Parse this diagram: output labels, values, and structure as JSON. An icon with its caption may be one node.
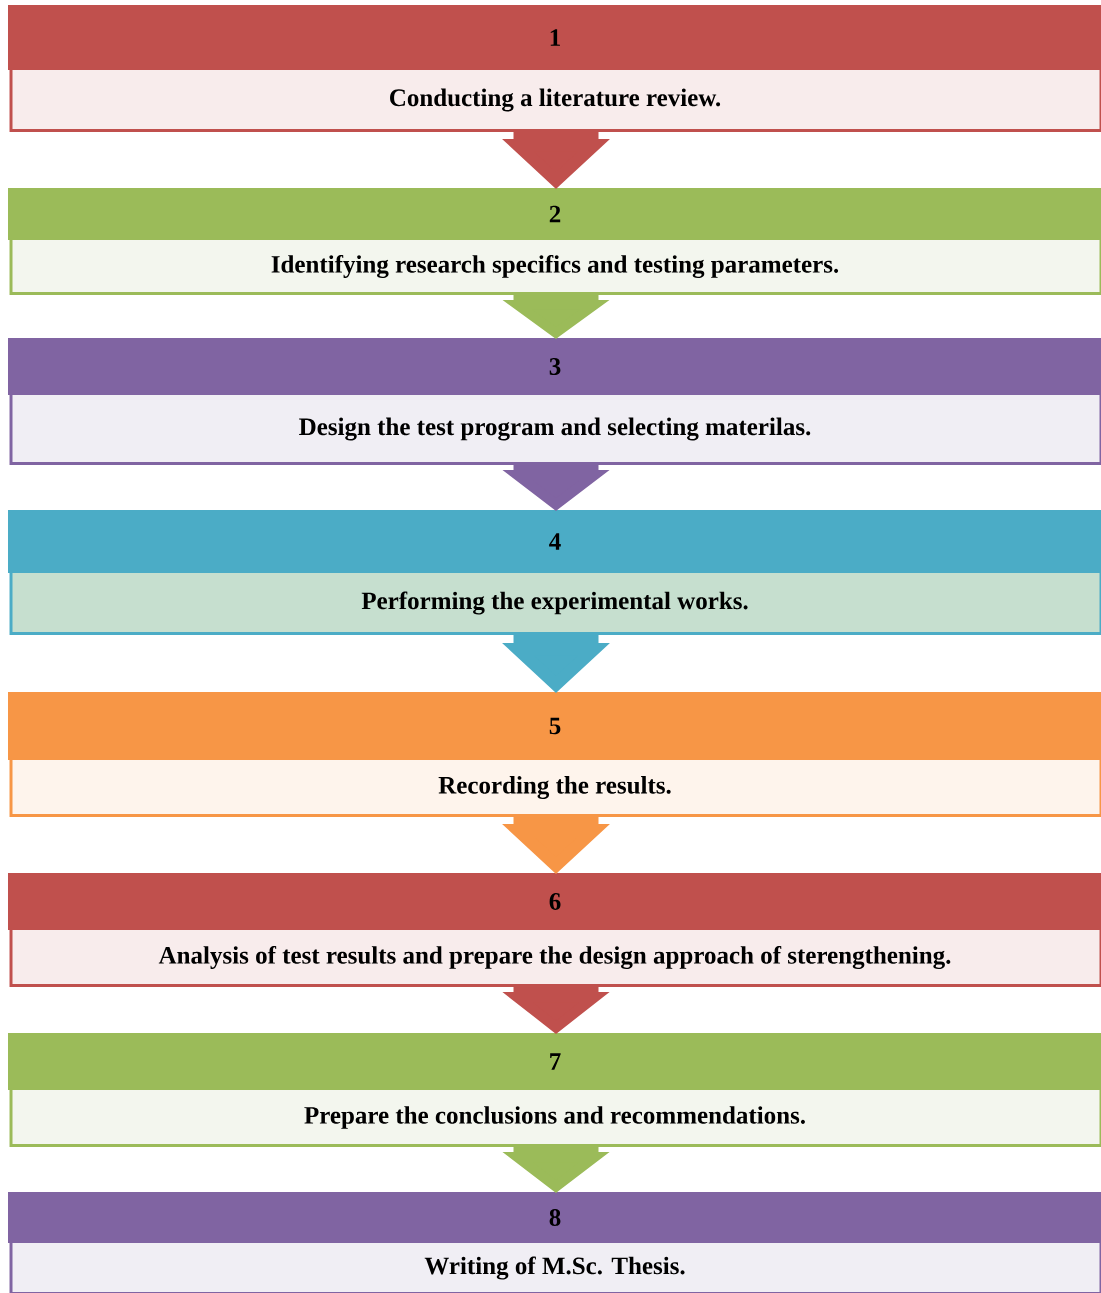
{
  "diagram": {
    "nodes": [
      {
        "text": [
          "1",
          "Conducting a literature review."
        ]
      },
      {
        "text": [
          "2",
          "Identifying research specifics and testing parameters."
        ]
      },
      {
        "text": [
          "3",
          "Design the test program and selecting materilas."
        ]
      },
      {
        "text": [
          "4",
          "Performing the experimental works."
        ]
      },
      {
        "text": [
          "5",
          "Recording the results."
        ]
      },
      {
        "text": [
          "6",
          "Analysis of test results and prepare the design approach of sterengthening."
        ]
      },
      {
        "text": [
          "7",
          "Prepare the conclusions and recommendations."
        ]
      },
      {
        "text": [
          "8",
          "Writing of M.Sc. Thesis."
        ]
      }
    ],
    "edges": [
      {
        "from": 0,
        "to": 1,
        "arrow": "to",
        "color": "#c0504d"
      },
      {
        "from": 1,
        "to": 2,
        "arrow": "to",
        "color": "#9bbb59"
      },
      {
        "from": 2,
        "to": 3,
        "arrow": "to",
        "color": "#8064a2"
      },
      {
        "from": 3,
        "to": 4,
        "arrow": "to",
        "color": "#4bacc6"
      },
      {
        "from": 4,
        "to": 5,
        "arrow": "to",
        "color": "#f79646"
      },
      {
        "from": 5,
        "to": 6,
        "arrow": "to",
        "color": "#c0504d"
      },
      {
        "from": 6,
        "to": 7,
        "arrow": "to",
        "color": "#9bbb59"
      }
    ]
  }
}
